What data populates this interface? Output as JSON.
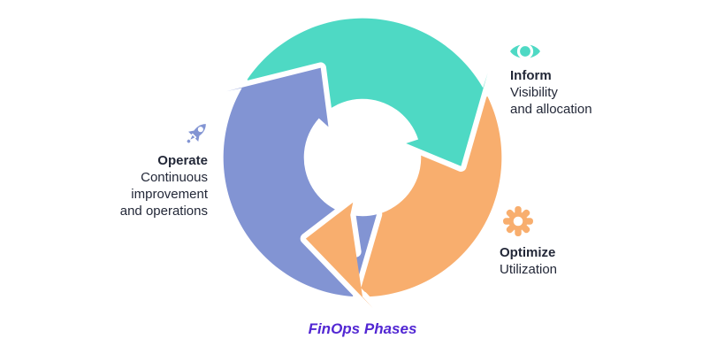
{
  "diagram": {
    "title": "FinOps Phases",
    "phases": [
      {
        "name": "Inform",
        "description": "Visibility and allocation",
        "desc_lines": [
          "Visibility",
          "and allocation"
        ],
        "color": "#4ED9C4",
        "icon": "eye-icon"
      },
      {
        "name": "Optimize",
        "description": "Utilization",
        "desc_lines": [
          "Utilization"
        ],
        "color": "#F8AE6E",
        "icon": "gear-icon"
      },
      {
        "name": "Operate",
        "description": "Continuous improvement and operations",
        "desc_lines": [
          "Continuous",
          "improvement",
          "and operations"
        ],
        "color": "#8294D3",
        "icon": "rocket-icon"
      }
    ]
  },
  "colors": {
    "title": "#5227D3",
    "text": "#232838",
    "background": "#ffffff"
  }
}
